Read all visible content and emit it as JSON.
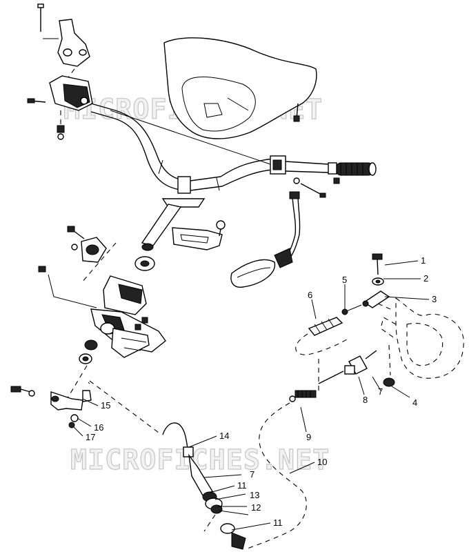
{
  "watermarks": [
    "MICROFICHES.NET",
    "MICROFICHES.NET"
  ],
  "callouts": {
    "c1": "1",
    "c2": "2",
    "c3": "3",
    "c4": "4",
    "c5": "5",
    "c6": "6",
    "c7a": "7",
    "c7b": "7",
    "c8": "8",
    "c9": "9",
    "c10": "10",
    "c11a": "11",
    "c11b": "11",
    "c12": "12",
    "c13": "13",
    "c14": "14",
    "c15": "15",
    "c16": "16",
    "c17": "17"
  }
}
